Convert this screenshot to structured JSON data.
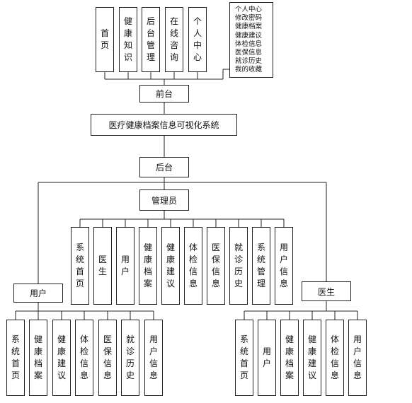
{
  "frontend_modules": [
    "首页",
    "健康知识",
    "后台管理",
    "在线咨询",
    "个人中心"
  ],
  "personal_center_items": [
    "个人中心",
    "修改密码",
    "健康档案",
    "健康建议",
    "体检信息",
    "医保信息",
    "就诊历史",
    "我的收藏"
  ],
  "front_label": "前台",
  "system_title": "医疗健康档案信息可视化系统",
  "back_label": "后台",
  "admin_label": "管理员",
  "admin_modules": [
    "系统首页",
    "医生",
    "用户",
    "健康档案",
    "健康建议",
    "体检信息",
    "医保信息",
    "就诊历史",
    "系统管理",
    "用户信息"
  ],
  "user_label": "用户",
  "user_modules": [
    "系统首页",
    "健康档案",
    "健康建议",
    "体检信息",
    "医保信息",
    "就诊历史",
    "用户信息"
  ],
  "doctor_label": "医生",
  "doctor_modules": [
    "系统首页",
    "用户",
    "健康档案",
    "健康建议",
    "体检信息",
    "用户信息"
  ]
}
